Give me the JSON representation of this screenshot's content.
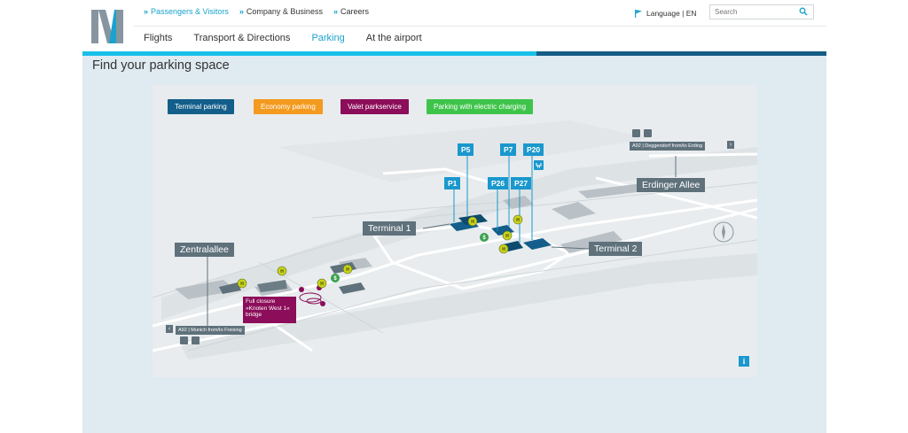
{
  "header": {
    "top_links": [
      {
        "label": "Passengers & Visitors",
        "active": true
      },
      {
        "label": "Company & Business",
        "active": false
      },
      {
        "label": "Careers",
        "active": false
      }
    ],
    "language_label": "Language | EN",
    "search_placeholder": "Search",
    "main_nav": [
      {
        "label": "Flights",
        "active": false
      },
      {
        "label": "Transport & Directions",
        "active": false
      },
      {
        "label": "Parking",
        "active": true
      },
      {
        "label": "At the airport",
        "active": false
      }
    ]
  },
  "page": {
    "title": "Find your parking space"
  },
  "map": {
    "legend": [
      {
        "label": "Terminal parking",
        "color": "#135e8a"
      },
      {
        "label": "Economy parking",
        "color": "#f39a1f"
      },
      {
        "label": "Valet parkservice",
        "color": "#8c0d5a"
      },
      {
        "label": "Parking with electric charging",
        "color": "#3ec44a"
      }
    ],
    "parking_markers": {
      "p5": "P5",
      "p7": "P7",
      "p20": "P20",
      "p1": "P1",
      "p26": "P26",
      "p27": "P27"
    },
    "labels": {
      "terminal1": "Terminal 1",
      "terminal2": "Terminal 2",
      "zentralallee": "Zentralallee",
      "erdinger": "Erdinger Allee",
      "a92_east": "A92 | Deggendorf from/to Erding",
      "a92_west": "A92 | Munich from/to Freising"
    },
    "closure_text": "Full closure »Knoten West 1« bridge",
    "info_label": "i",
    "colors": {
      "terminal_parking": "#135e8a",
      "marker_blue": "#1a98cd",
      "label_gray": "#5f717b",
      "h_marker": "#c9d31a",
      "s_marker": "#3aa14e",
      "valet": "#8c0d5a"
    }
  }
}
